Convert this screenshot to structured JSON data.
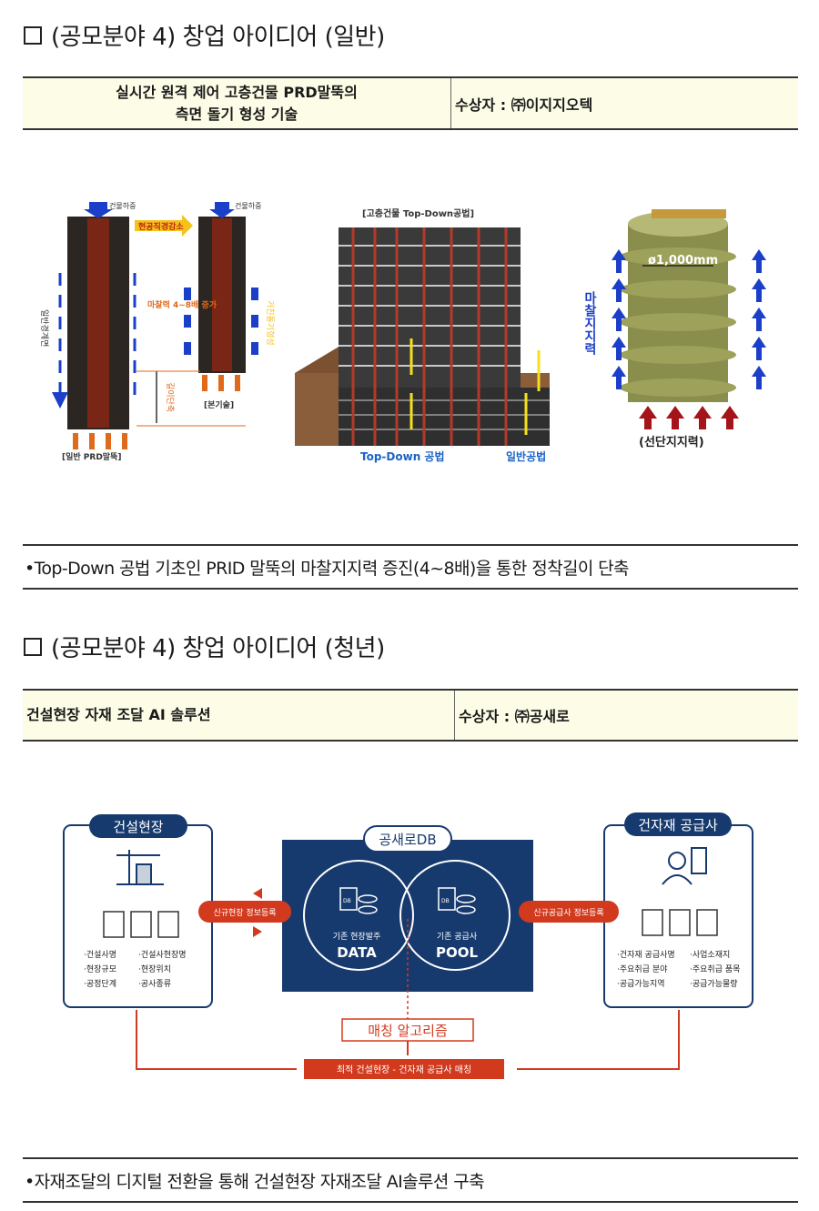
{
  "section1": {
    "heading": "(공모분야 4) 창업 아이디어 (일반)",
    "title_line1": "실시간 원격 제어 고층건물 PRD말뚝의",
    "title_line2": "측면 돌기 형성 기술",
    "awardee": "수상자 : ㈜이지지오텍",
    "figure": {
      "left": {
        "load": "건물하중",
        "load2": "건물하중",
        "reduce": "현공직경감소",
        "side": "일반경계면",
        "friction": "마찰력 4~8배 증가",
        "shorten": "길이단축",
        "protrusion": "거친돌기형성",
        "cap_general": "[일반 PRD말뚝]",
        "cap_tech": "[본기술]"
      },
      "center": {
        "title": "[고층건물 Top-Down공법]",
        "cap_topdown": "Top-Down 공법",
        "cap_general": "일반공법"
      },
      "right": {
        "diameter": "ø1,000mm",
        "friction": "마찰지지력",
        "bottom": "(선단지지력)"
      }
    },
    "bullet": "•Top-Down 공법 기초인 PRID 말뚝의 마찰지지력 증진(4~8배)을 통한 정착길이 단축"
  },
  "section2": {
    "heading": "(공모분야 4) 창업 아이디어 (청년)",
    "title": "건설현장 자재 조달 AI 솔루션",
    "awardee": "수상자 : ㈜공새로",
    "diagram": {
      "site_label": "건설현장",
      "site_items": [
        "·건설사명",
        "·건설사현장명",
        "·현장규모",
        "·현장위치",
        "·공정단계",
        "·공사종류"
      ],
      "supplier_label": "건자재 공급사",
      "supplier_items": [
        "·건자재 공급사명",
        "·사업소재지",
        "·주요취급 분야",
        "·주요취급 품목",
        "·공급가능지역",
        "·공급가능물량"
      ],
      "db_label": "공새로DB",
      "left_sub": "기존 현장발주",
      "left_main": "DATA",
      "right_sub": "기존 공급사",
      "right_main": "POOL",
      "db_icon": "DB",
      "arrow_left": "신규현장 정보등록",
      "arrow_right": "신규공급사 정보등록",
      "algorithm": "매칭 알고리즘",
      "result": "최적 건설현장 - 건자재 공급사 매칭"
    },
    "bullet": "•자재조달의 디지털 전환을 통해 건설현장 자재조달 AI솔루션 구축"
  },
  "colors": {
    "table_bg": "#fdfde7",
    "navy": "#173a6e",
    "red": "#d23a1e",
    "blue_arrow": "#1b3fc8"
  }
}
